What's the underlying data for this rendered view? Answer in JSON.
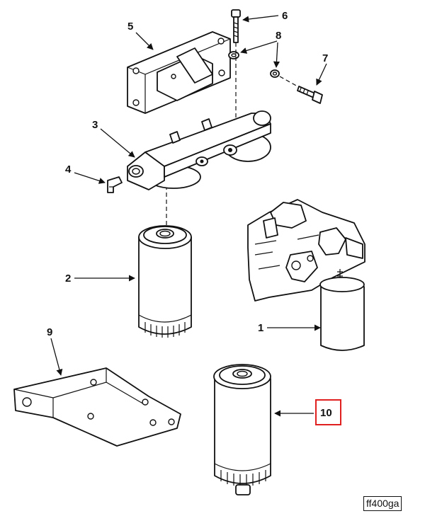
{
  "callouts": {
    "c1": "1",
    "c2": "2",
    "c3": "3",
    "c4": "4",
    "c5": "5",
    "c6": "6",
    "c7": "7",
    "c8": "8",
    "c9": "9",
    "c10": "10"
  },
  "highlighted_callout": "10",
  "highlight_color": "#e0201e",
  "figure_code": "ff400ga"
}
